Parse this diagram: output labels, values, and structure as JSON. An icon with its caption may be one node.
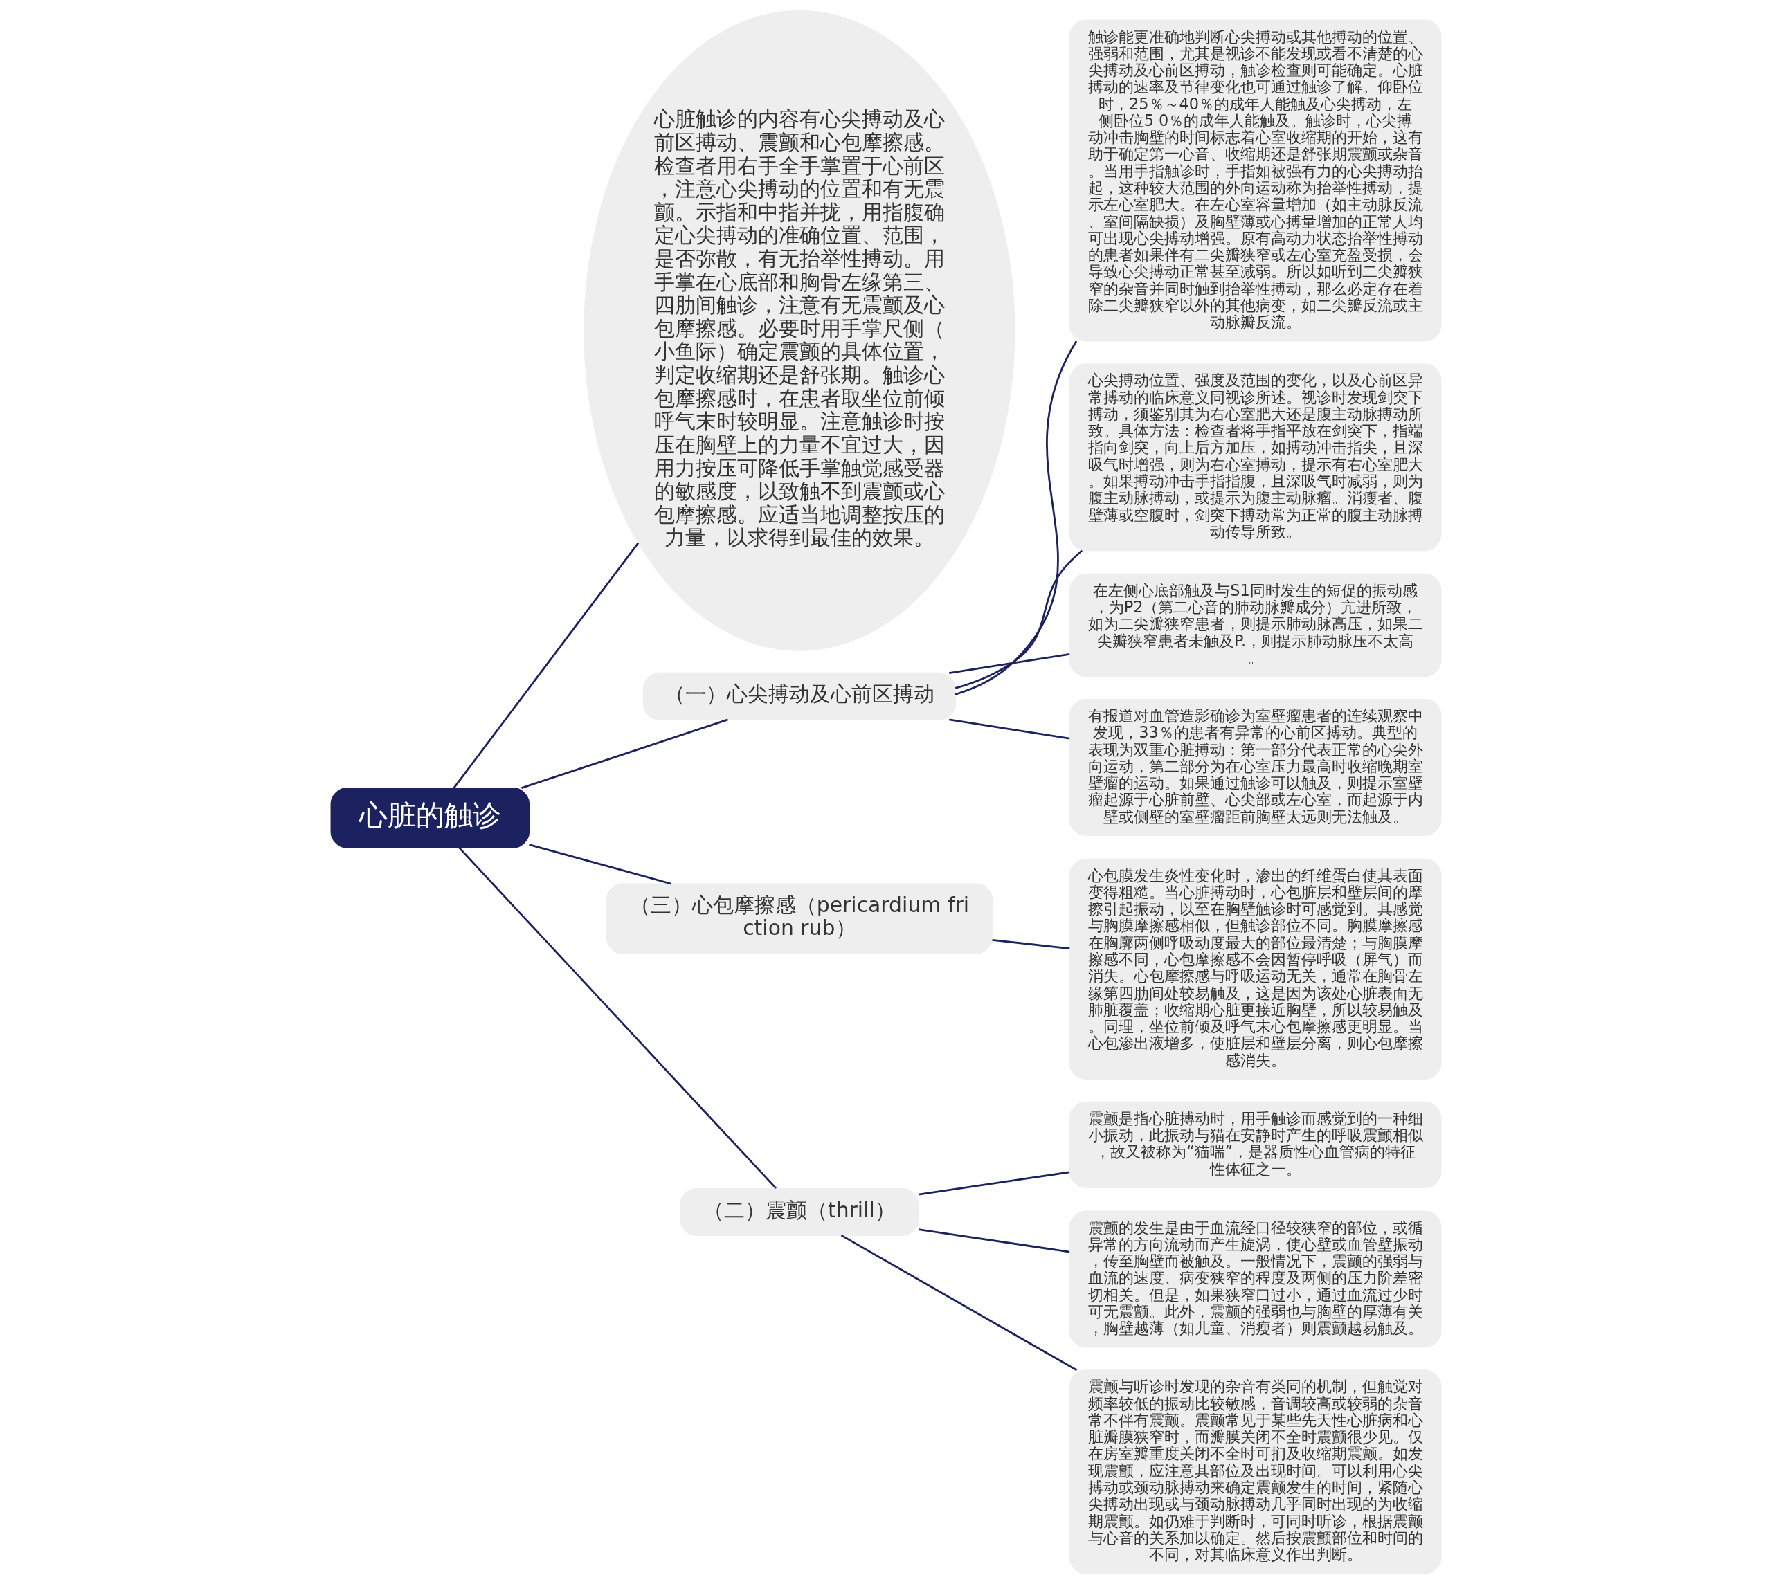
{
  "diagram": {
    "nodes": [
      {
        "text": [
          "心脏的触诊"
        ]
      },
      {
        "text": [
          "心脏触诊的内容有心尖搏动及心前区搏动、震颤和心包摩擦感。检查者用右手全手掌置于心前区，注意心尖搏动的位置和有无震颤。示指和中指并拢，用指腹确定心尖搏动的准确位置、范围，是否弥散，有无抬举性搏动。用手掌在心底部和胸骨左缘第三、四肋间触诊，注意有无震颤及心包摩擦感。必要时用手掌尺侧（小鱼际）确定震颤的具体位置，判定收缩期还是舒张期。触诊心包摩擦感时，在患者取坐位前倾呼气末时较明显。注意触诊时按压在胸壁上的力量不宜过大，因用力按压可降低手掌触觉感受器的敏感度，以致触不到震颤或心包摩擦感。应适当地调整按压的力量，以求得到最佳的效果。"
        ]
      },
      {
        "text": [
          "（一）心尖搏动及心前区搏动"
        ]
      },
      {
        "text": [
          "触诊能更准确地判断心尖搏动或其他搏动的位置、强弱和范围，尤其是视诊不能发现或看不清楚的心尖搏动及心前区搏动，触诊检查则可能确定。心脏搏动的速率及节律变化也可通过触诊了解。仰卧位时，25％～40％的成年人能触及心尖搏动，左侧卧位5 0％的成年人能触及。触诊时，心尖搏动冲击胸壁的时间标志着心室收缩期的开始，这有助于确定第一心音、收缩期还是舒张期震颤或杂音。当用手指触诊时，手指如被强有力的心尖搏动抬起，这种较大范围的外向运动称为抬举性搏动，提示左心室肥大。在左心室容量增加（如主动脉反流、室间隔缺损）及胸壁薄或心搏量增加的正常人均可出现心尖搏动增强。原有高动力状态抬举性搏动的患者如果伴有二尖瓣狭窄或左心室充盈受损，会导致心尖搏动正常甚至减弱。所以如听到二尖瓣狭窄的杂音并同时触到抬举性搏动，那么必定存在着除二尖瓣狭窄以外的其他病变，如二尖瓣反流或主动脉瓣反流。"
        ]
      },
      {
        "text": [
          "心尖搏动位置、强度及范围的变化，以及心前区异常搏动的临床意义同视诊所述。视诊时发现剑突下搏动，须鉴别其为右心室肥大还是腹主动脉搏动所致。具体方法：检查者将手指平放在剑突下，指端指向剑突，向上后方加压，如搏动冲击指尖，且深吸气时增强，则为右心室搏动，提示有右心室肥大。如果搏动冲击手指指腹，且深吸气时减弱，则为腹主动脉搏动，或提示为腹主动脉瘤。消瘦者、腹壁薄或空腹时，剑突下搏动常为正常的腹主动脉搏动传导所致。"
        ]
      },
      {
        "text": [
          "在左侧心底部触及与S1同时发生的短促的振动感，为P2（第二心音的肺动脉瓣成分）亢进所致，如为二尖瓣狭窄患者，则提示肺动脉高压，如果二尖瓣狭窄患者未触及P.，则提示肺动脉压不太高。"
        ]
      },
      {
        "text": [
          "有报道对血管造影确诊为室壁瘤患者的连续观察中发现，33％的患者有异常的心前区搏动。典型的表现为双重心脏搏动：第一部分代表正常的心尖外向运动，第二部分为在心室压力最高时收缩晚期室壁瘤的运动。如果通过触诊可以触及，则提示室壁瘤起源于心脏前壁、心尖部或左心室，而起源于内壁或侧壁的室壁瘤距前胸壁太远则无法触及。"
        ]
      },
      {
        "text": [
          "（三）心包摩擦感（pericardium friction rub）"
        ]
      },
      {
        "text": [
          "心包膜发生炎性变化时，渗出的纤维蛋白使其表面变得粗糙。当心脏搏动时，心包脏层和壁层间的摩擦引起振动，以至在胸壁触诊时可感觉到。其感觉与胸膜摩擦感相似，但触诊部位不同。胸膜摩擦感在胸廓两侧呼吸动度最大的部位最清楚；与胸膜摩擦感不同，心包摩擦感不会因暂停呼吸（屏气）而消失。心包摩擦感与呼吸运动无关，通常在胸骨左缘第四肋间处较易触及，这是因为该处心脏表面无肺脏覆盖；收缩期心脏更接近胸壁，所以较易触及。同理，坐位前倾及呼气末心包摩擦感更明显。当心包渗出液增多，使脏层和壁层分离，则心包摩擦感消失。"
        ]
      },
      {
        "text": [
          "（二）震颤（thrill）"
        ]
      },
      {
        "text": [
          "震颤是指心脏搏动时，用手触诊而感觉到的一种细小振动，此振动与猫在安静时产生的呼吸震颤相似，故又被称为“猫喘”，是器质性心血管病的特征性体征之一。"
        ]
      },
      {
        "text": [
          "震颤的发生是由于血流经口径较狭窄的部位，或循异常的方向流动而产生旋涡，使心壁或血管壁振动，传至胸壁而被触及。一般情况下，震颤的强弱与血流的速度、病变狭窄的程度及两侧的压力阶差密切相关。但是，如果狭窄口过小，通过血流过少时可无震颤。此外，震颤的强弱也与胸壁的厚薄有关，胸壁越薄（如儿童、消瘦者）则震颤越易触及。"
        ]
      },
      {
        "text": [
          "震颤与听诊时发现的杂音有类同的机制，但触觉对频率较低的振动比较敏感，音调较高或较弱的杂音常不伴有震颤。震颤常见于某些先天性心脏病和心脏瓣膜狭窄时，而瓣膜关闭不全时震颤很少见。仅在房室瓣重度关闭不全时可扪及收缩期震颤。如发现震颤，应注意其部位及出现时间。可以利用心尖搏动或颈动脉搏动来确定震颤发生的时间，紧随心尖搏动出现或与颈动脉搏动几乎同时出现的为收缩期震颤。如仍难于判断时，可同时听诊，根据震颤与心音的关系加以确定。然后按震颤部位和时间的不同，对其临床意义作出判断。"
        ]
      }
    ],
    "edges": [
      {
        "from": 0,
        "to": 1,
        "arrow": "none"
      },
      {
        "from": 0,
        "to": 2,
        "arrow": "none"
      },
      {
        "from": 2,
        "to": 3,
        "arrow": "none"
      },
      {
        "from": 2,
        "to": 4,
        "arrow": "none"
      },
      {
        "from": 2,
        "to": 5,
        "arrow": "none"
      },
      {
        "from": 2,
        "to": 6,
        "arrow": "none"
      },
      {
        "from": 0,
        "to": 7,
        "arrow": "none"
      },
      {
        "from": 7,
        "to": 8,
        "arrow": "none"
      },
      {
        "from": 0,
        "to": 9,
        "arrow": "none"
      },
      {
        "from": 9,
        "to": 10,
        "arrow": "none"
      },
      {
        "from": 9,
        "to": 11,
        "arrow": "none"
      },
      {
        "from": 9,
        "to": 12,
        "arrow": "none"
      }
    ]
  }
}
